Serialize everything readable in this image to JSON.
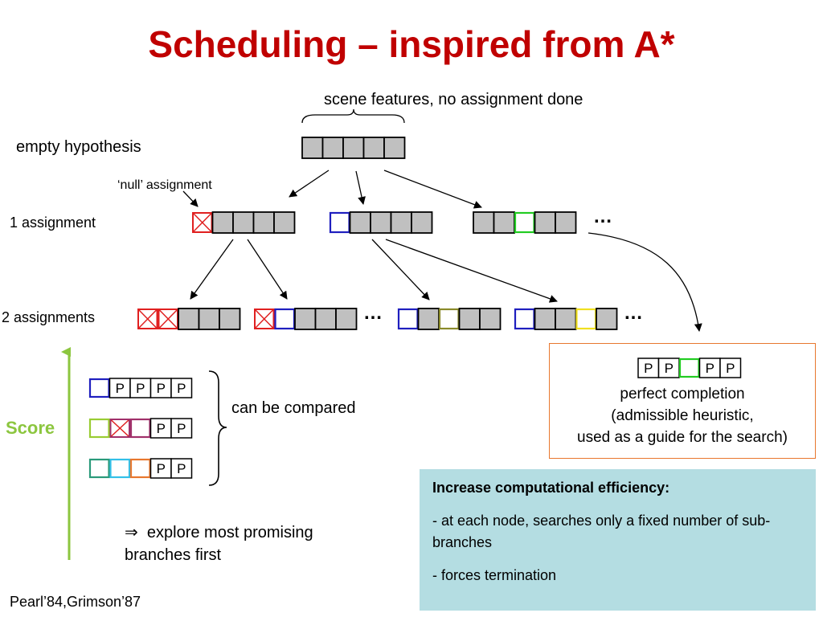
{
  "title": "Scheduling – inspired from A*",
  "labels": {
    "scene_features": "scene features, no assignment done",
    "empty_hypothesis": "empty hypothesis",
    "null_assignment": "‘null’ assignment",
    "one_assignment": "1 assignment",
    "two_assignments": "2 assignments",
    "can_be_compared": "can be compared",
    "score": "Score",
    "explore_line1": "explore most promising",
    "explore_line2": "branches first",
    "implies_symbol": "⇒",
    "citation": "Pearl’84,Grimson’87",
    "ellipsis": "…"
  },
  "perfect_completion": {
    "line1": "perfect completion",
    "line2": "(admissible heuristic,",
    "line3": "used as a guide for the search)"
  },
  "info_box": {
    "heading": "Increase computational efficiency:",
    "item1": "- at each node, searches only a fixed number of  sub-branches",
    "item2": "- forces termination"
  },
  "cell_letter": "P",
  "colors": {
    "title": "#c00000",
    "gray_cell": "#c0c0c0",
    "null_red": "#e02020",
    "blue": "#1f1fbf",
    "green": "#22cc22",
    "olive": "#8a8a2a",
    "yellow": "#f0e020",
    "lime": "#99cc33",
    "purple": "#a0306a",
    "teal": "#2a9a7a",
    "cyan": "#33c0e8",
    "orange": "#e8772e",
    "score_green": "#8cc63f",
    "info_bg": "#b4dde2"
  }
}
